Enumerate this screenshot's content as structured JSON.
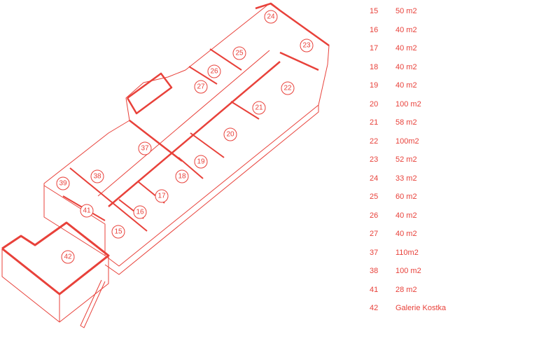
{
  "colors": {
    "accent": "#e8413a"
  },
  "legend": [
    {
      "room": "15",
      "area": "50 m2"
    },
    {
      "room": "16",
      "area": "40 m2"
    },
    {
      "room": "17",
      "area": "40 m2"
    },
    {
      "room": "18",
      "area": "40 m2"
    },
    {
      "room": "19",
      "area": "40 m2"
    },
    {
      "room": "20",
      "area": "100 m2"
    },
    {
      "room": "21",
      "area": "58 m2"
    },
    {
      "room": "22",
      "area": "100m2"
    },
    {
      "room": "23",
      "area": "52 m2"
    },
    {
      "room": "24",
      "area": "33 m2"
    },
    {
      "room": "25",
      "area": "60 m2"
    },
    {
      "room": "26",
      "area": "40 m2"
    },
    {
      "room": "27",
      "area": "40 m2"
    },
    {
      "room": "37",
      "area": "110m2"
    },
    {
      "room": "38",
      "area": "100 m2"
    },
    {
      "room": "41",
      "area": "28 m2"
    },
    {
      "room": "42",
      "area": "Galerie Kostka"
    }
  ],
  "plan_labels": [
    "24",
    "23",
    "25",
    "26",
    "27",
    "22",
    "21",
    "20",
    "19",
    "37",
    "18",
    "38",
    "39",
    "17",
    "16",
    "41",
    "15",
    "42"
  ]
}
